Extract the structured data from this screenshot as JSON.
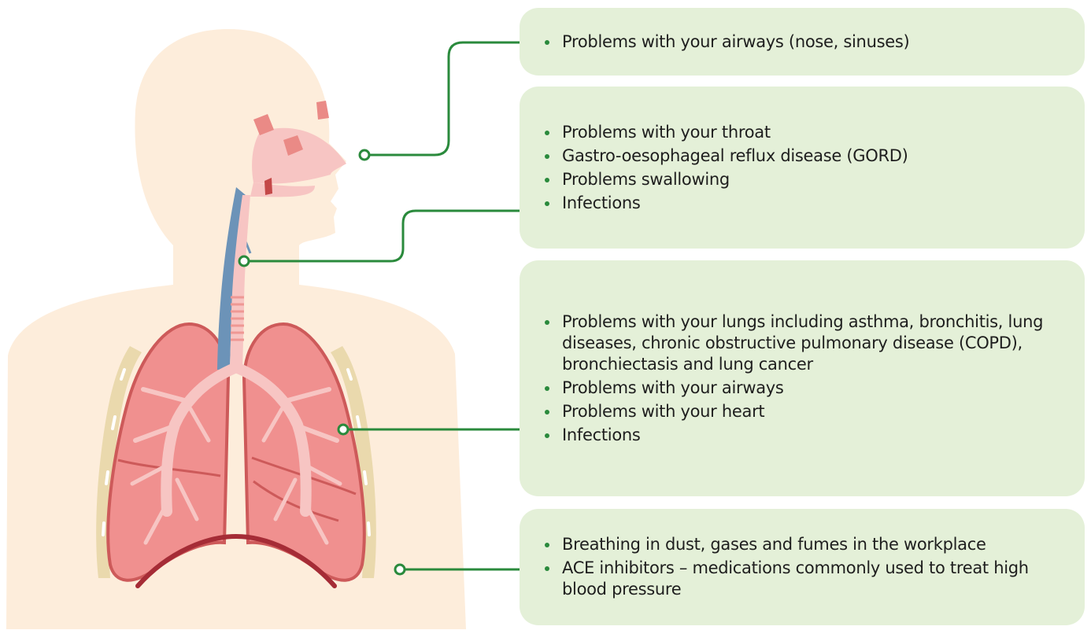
{
  "colors": {
    "connector": "#2a8a3c",
    "box_fill": "#e4f0d8",
    "body_silhouette": "#fdeddb",
    "airway": "#f7c5c3",
    "lung": "#f0908f",
    "lung_outline": "#cd5a5a",
    "diaphragm": "#a52c36",
    "pleura": "#ead9ad",
    "oesophagus": "#6c93b8"
  },
  "groups": [
    {
      "items": [
        "Problems with your airways (nose, sinuses)"
      ]
    },
    {
      "items": [
        "Problems with your throat",
        "Gastro-oesophageal reflux disease (GORD)",
        "Problems swallowing",
        "Infections"
      ]
    },
    {
      "items": [
        "Problems with your lungs including asthma, bronchitis, lung diseases, chronic obstructive pulmonary disease (COPD), bronchiectasis and lung cancer",
        "Problems with your airways",
        "Problems with your heart",
        "Infections"
      ]
    },
    {
      "items": [
        "Breathing in dust, gases and fumes in the workplace",
        "ACE inhibitors – medications commonly used to treat high blood pressure"
      ]
    }
  ]
}
